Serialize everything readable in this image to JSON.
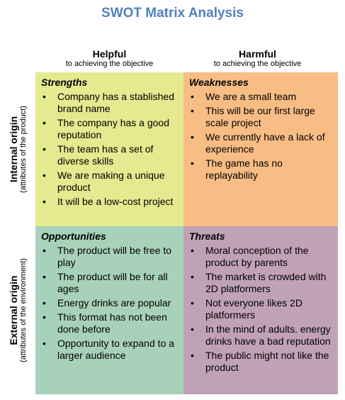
{
  "title": "SWOT Matrix Analysis",
  "columns": {
    "helpful": {
      "label": "Helpful",
      "sub": "to achieving the objective"
    },
    "harmful": {
      "label": "Harmful",
      "sub": "to achieving the objective"
    }
  },
  "rows": {
    "internal": {
      "label": "Internal origin",
      "sub": "(attributes of the product)"
    },
    "external": {
      "label": "External origin",
      "sub": "(attributes of the environment)"
    }
  },
  "quadrants": {
    "strengths": {
      "title": "Strengths",
      "items": [
        "Company has a stablished brand name",
        "The company has a good reputation",
        "The team has a set of diverse skills",
        "We are making a unique product",
        "It will be a low-cost project"
      ]
    },
    "weaknesses": {
      "title": "Weaknesses",
      "items": [
        "We are a small team",
        "This will be our first large scale project",
        "We currently have a lack of experience",
        "The game has no replayability"
      ]
    },
    "opportunities": {
      "title": "Opportunities",
      "items": [
        "The product will be free to play",
        "The product will be for all ages",
        "Energy drinks are popular",
        "This format has not been done before",
        "Opportunity to expand to a larger audience"
      ]
    },
    "threats": {
      "title": "Threats",
      "items": [
        "Moral conception of the product by parents",
        "The market is crowded with 2D platformers",
        "Not everyone likes 2D platformers",
        "In the mind of adults. energy drinks have a bad reputation",
        "The public might not like the product"
      ]
    }
  },
  "colors": {
    "title": "#4f81bd",
    "strengths": "#e5e98f",
    "weaknesses": "#f8bd84",
    "opportunities": "#a8d1b9",
    "threats": "#c0a2b7"
  }
}
